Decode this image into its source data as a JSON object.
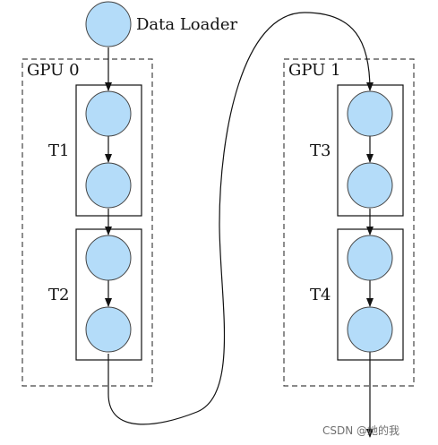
{
  "labels": {
    "loader": "Data Loader",
    "gpu0": "GPU 0",
    "gpu1": "GPU 1",
    "t1": "T1",
    "t2": "T2",
    "t3": "T3",
    "t4": "T4"
  },
  "watermark": "CSDN @她的我",
  "colors": {
    "node_fill": "#b4dcf9",
    "node_stroke": "#444444",
    "line": "#111111",
    "dash": "#444444"
  }
}
